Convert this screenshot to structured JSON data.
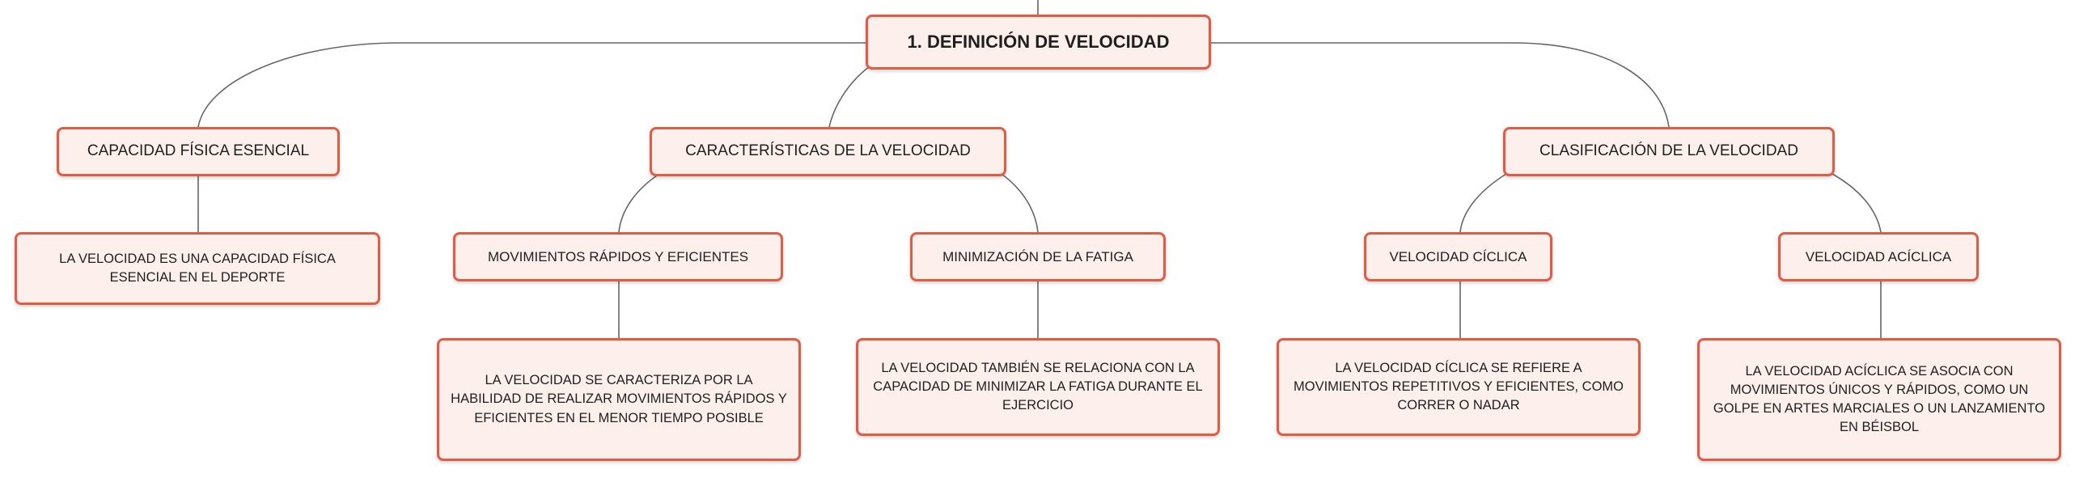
{
  "diagram": {
    "root": {
      "label": "1. DEFINICIÓN DE VELOCIDAD"
    },
    "branches": [
      {
        "label": "CAPACIDAD FÍSICA ESENCIAL",
        "children": [
          {
            "label": "LA VELOCIDAD ES UNA CAPACIDAD FÍSICA ESENCIAL EN EL DEPORTE"
          }
        ]
      },
      {
        "label": "CARACTERÍSTICAS DE LA VELOCIDAD",
        "children": [
          {
            "label": "MOVIMIENTOS RÁPIDOS Y EFICIENTES",
            "detail": "LA VELOCIDAD SE CARACTERIZA POR LA HABILIDAD DE REALIZAR MOVIMIENTOS RÁPIDOS Y EFICIENTES EN EL MENOR TIEMPO POSIBLE"
          },
          {
            "label": "MINIMIZACIÓN DE LA FATIGA",
            "detail": "LA VELOCIDAD TAMBIÉN SE RELACIONA CON LA CAPACIDAD DE MINIMIZAR LA FATIGA DURANTE EL EJERCICIO"
          }
        ]
      },
      {
        "label": "CLASIFICACIÓN DE LA VELOCIDAD",
        "children": [
          {
            "label": "VELOCIDAD CÍCLICA",
            "detail": "LA VELOCIDAD CÍCLICA SE REFIERE A MOVIMIENTOS REPETITIVOS Y EFICIENTES, COMO CORRER O NADAR"
          },
          {
            "label": "VELOCIDAD ACÍCLICA",
            "detail": "LA VELOCIDAD ACÍCLICA SE ASOCIA CON MOVIMIENTOS ÚNICOS Y RÁPIDOS, COMO UN GOLPE EN ARTES MARCIALES O UN LANZAMIENTO EN BÉISBOL"
          }
        ]
      }
    ]
  },
  "colors": {
    "node_border": "#e25b45",
    "node_fill": "#fdf0ec",
    "connector": "#666666"
  }
}
